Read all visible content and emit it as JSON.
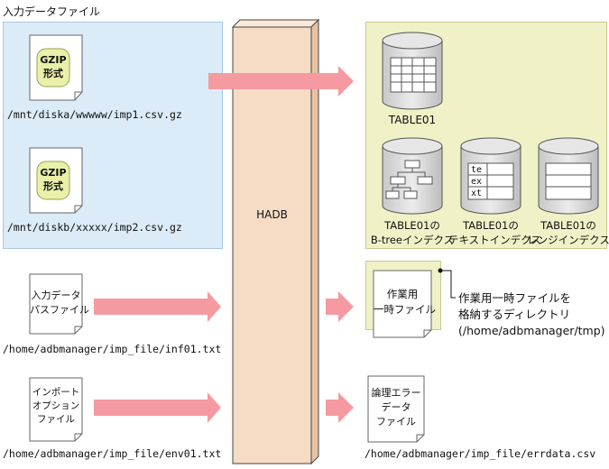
{
  "input_section": {
    "title": "入力データファイル"
  },
  "gzip_files": [
    {
      "badge_line1": "GZIP",
      "badge_line2": "形式",
      "path": "/mnt/diska/wwwww/imp1.csv.gz"
    },
    {
      "badge_line1": "GZIP",
      "badge_line2": "形式",
      "path": "/mnt/diskb/xxxxx/imp2.csv.gz"
    }
  ],
  "path_file": {
    "line1": "入力データ",
    "line2": "パスファイル",
    "path": "/home/adbmanager/imp_file/inf01.txt"
  },
  "option_file": {
    "line1": "インポート",
    "line2": "オプション",
    "line3": "ファイル",
    "path": "/home/adbmanager/imp_file/env01.txt"
  },
  "hadb": {
    "label": "HADB"
  },
  "table": {
    "label": "TABLE01"
  },
  "indexes": [
    {
      "line1": "TABLE01の",
      "line2": "B-treeインデクス",
      "icon": "btree-icon"
    },
    {
      "line1": "TABLE01の",
      "line2": "テキストインデクス",
      "icon": "text-index-icon",
      "cells": [
        "te",
        "ex",
        "xt"
      ]
    },
    {
      "line1": "TABLE01の",
      "line2": "レンジインデクス",
      "icon": "range-index-icon"
    }
  ],
  "temp_file": {
    "line1": "作業用",
    "line2": "一時ファイル"
  },
  "temp_dir_note": {
    "line1": "作業用一時ファイルを",
    "line2": "格納するディレクトリ",
    "line3": "(/home/adbmanager/tmp)"
  },
  "error_file": {
    "line1": "論理エラー",
    "line2": "データ",
    "line3": "ファイル",
    "path": "/home/adbmanager/imp_file/errdata.csv"
  },
  "colors": {
    "arrow": "#f59aa0",
    "blue_panel": "#dcebf8",
    "yellow_panel": "#f1f1c8",
    "hadb_fill": "#f6dcc5",
    "badge": "#eaf0a8"
  }
}
